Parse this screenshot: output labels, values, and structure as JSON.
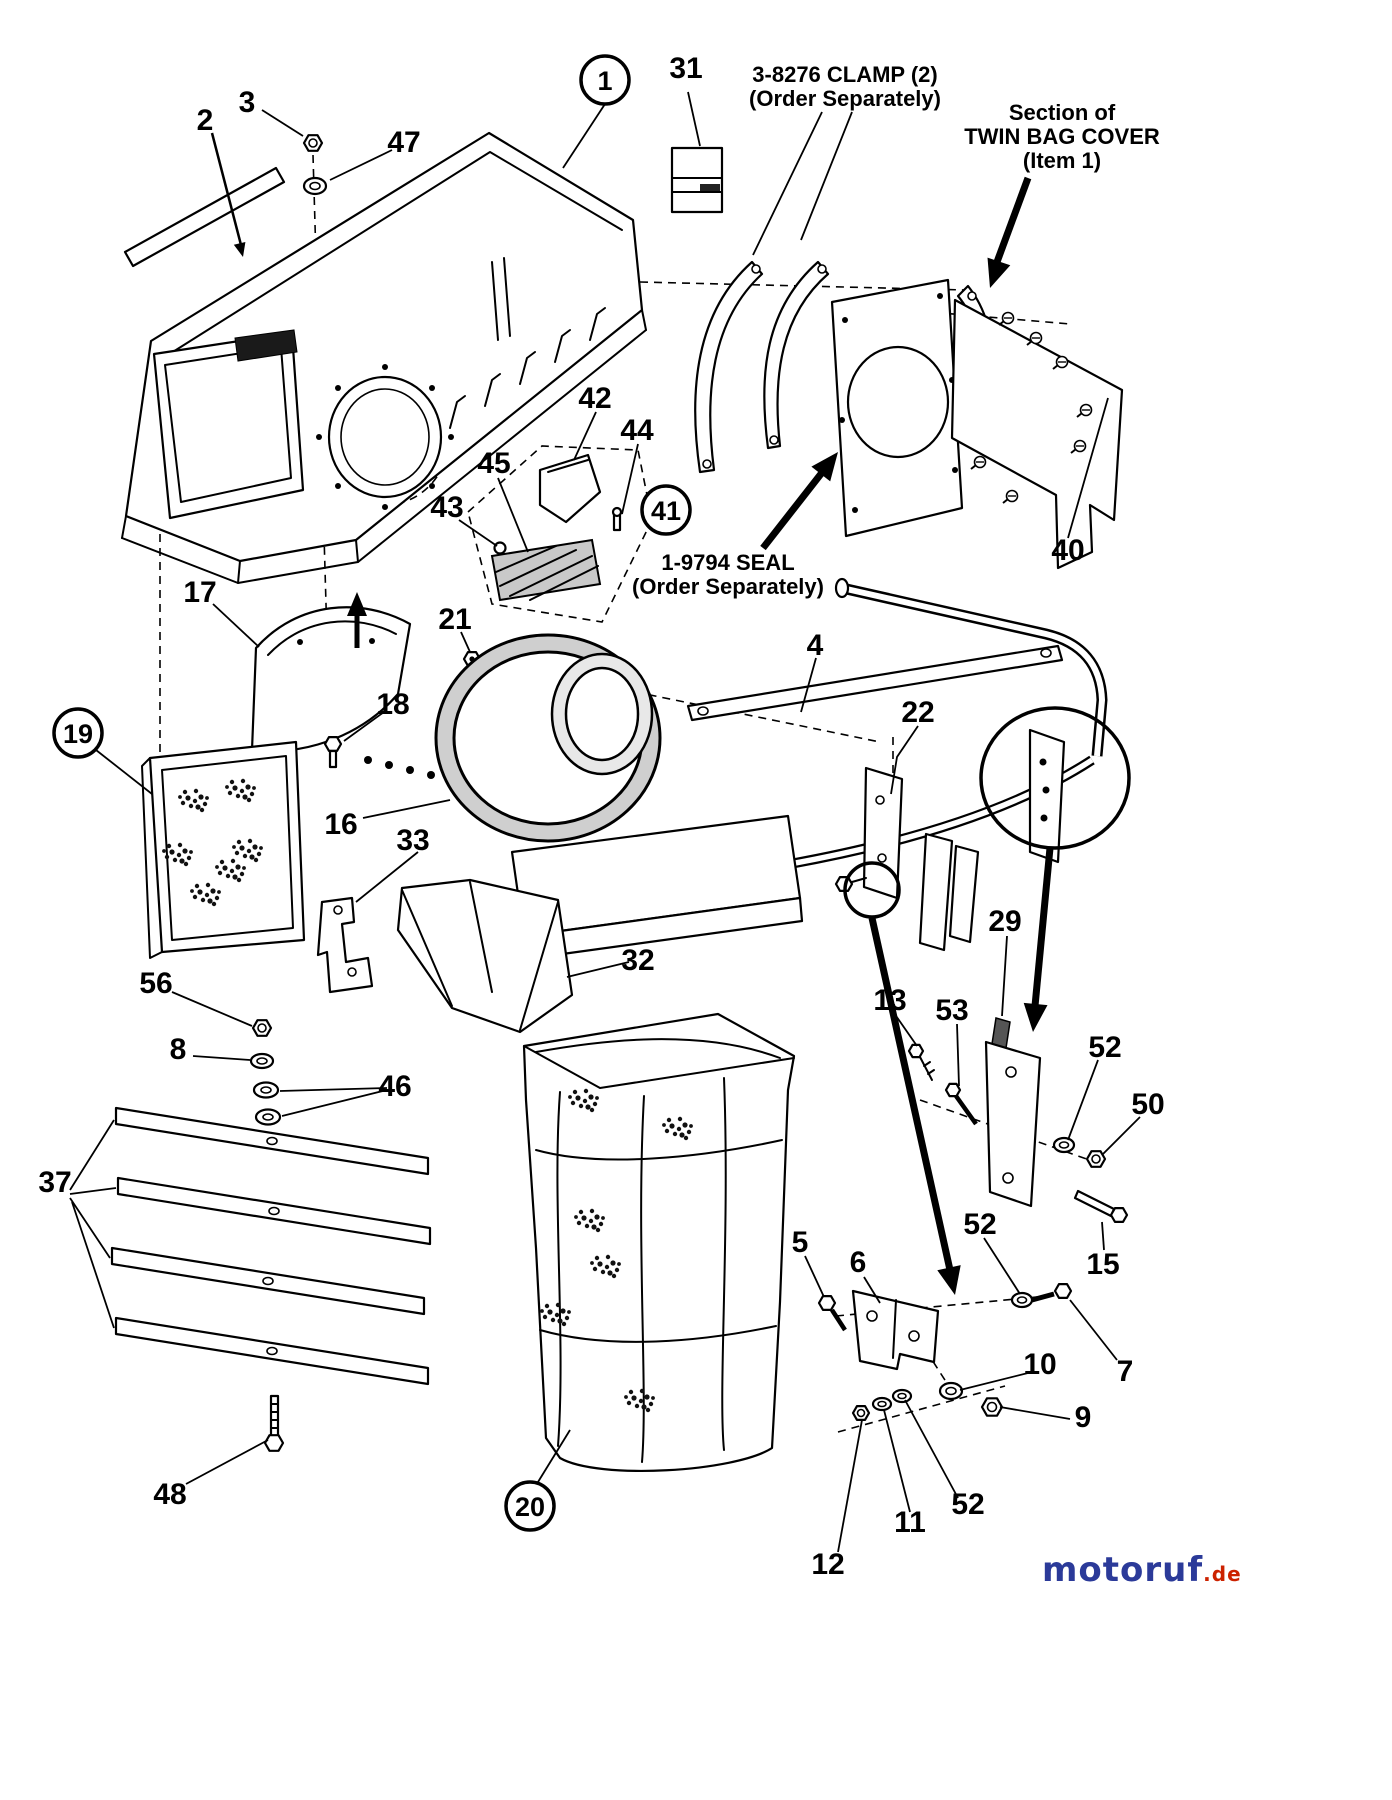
{
  "diagram": {
    "background": "#ffffff",
    "line_color": "#000000",
    "description": "Exploded parts diagram of twin bag grass catcher assembly"
  },
  "notes": {
    "clamp_line1": "3-8276 CLAMP (2)",
    "clamp_line2": "(Order Separately)",
    "section_line1": "Section of",
    "section_line2": "TWIN BAG COVER",
    "section_line3": "(Item 1)",
    "seal_line1": "1-9794 SEAL",
    "seal_line2": "(Order Separately)"
  },
  "labels": {
    "item1": "1",
    "item2": "2",
    "item3": "3",
    "item47": "47",
    "item31": "31",
    "item42": "42",
    "item44": "44",
    "item45": "45",
    "item43": "43",
    "item41": "41",
    "item40": "40",
    "item17": "17",
    "item21": "21",
    "item4": "4",
    "item18": "18",
    "item22": "22",
    "item19": "19",
    "item16": "16",
    "item33": "33",
    "item29": "29",
    "item32": "32",
    "item13": "13",
    "item53": "53",
    "item56": "56",
    "item8": "8",
    "item46": "46",
    "item52a": "52",
    "item50": "50",
    "item37": "37",
    "item52b": "52",
    "item15": "15",
    "item5": "5",
    "item6": "6",
    "item10": "10",
    "item7": "7",
    "item9": "9",
    "item48": "48",
    "item20": "20",
    "item52c": "52",
    "item11": "11",
    "item12": "12"
  },
  "watermark": {
    "name": "motoruf",
    "tld": ".de"
  }
}
